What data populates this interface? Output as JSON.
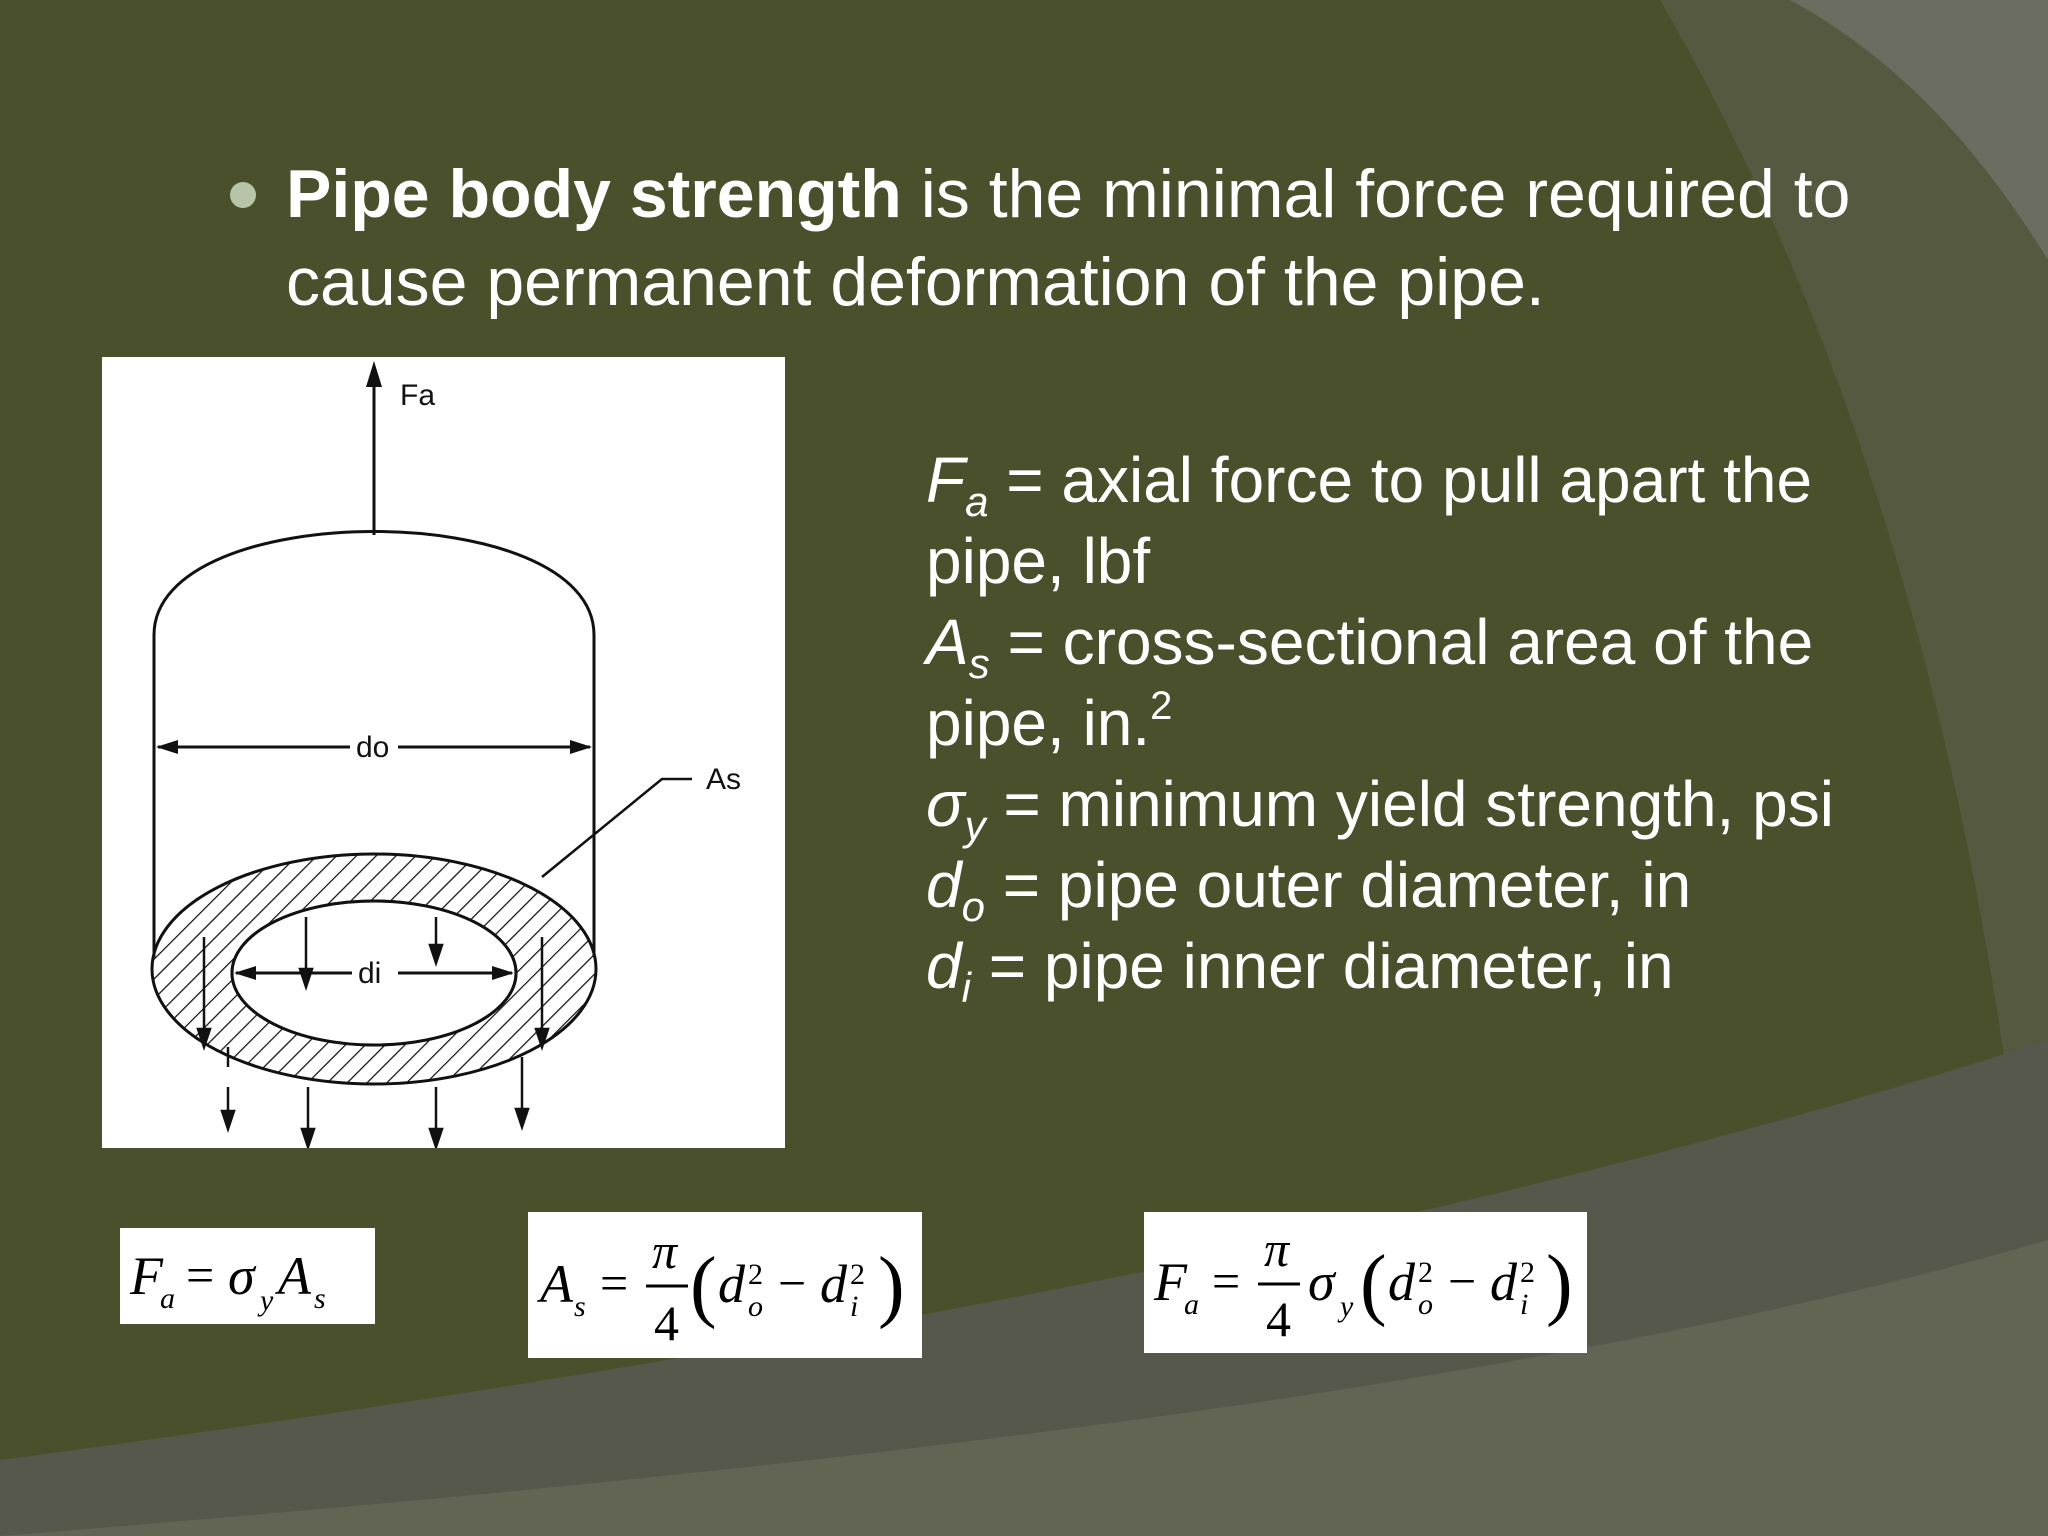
{
  "slide": {
    "bullet": {
      "bold_text": "Pipe body strength",
      "rest_text": " is the minimal force required to cause permanent deformation of the pipe."
    },
    "figure": {
      "label_force": "Fa",
      "label_outer": "do",
      "label_inner": "di",
      "label_area": "As"
    },
    "definitions": [
      {
        "symbol": "F",
        "sub": "a",
        "text": " = axial force to pull apart the",
        "continuation": "pipe, lbf"
      },
      {
        "symbol": "A",
        "sub": "s",
        "text": " = cross-sectional area of the",
        "continuation": "pipe, in.",
        "continuation_sup": "2"
      },
      {
        "symbol": "σ",
        "sub": "y",
        "text": " = minimum yield strength, psi"
      },
      {
        "symbol": "d",
        "sub": "o",
        "text": " = pipe outer diameter, in"
      },
      {
        "symbol": "d",
        "sub": "i",
        "text": " = pipe inner diameter, in"
      }
    ],
    "equations": {
      "eq1": "F_a = σ_y A_s",
      "eq2": "A_s = π/4 (d_o² − d_i²)",
      "eq3": "F_a = π/4 σ_y (d_o² − d_i²)"
    }
  },
  "colors": {
    "background": "#4a4f2c",
    "swoosh_light": "#5a5e4c",
    "swoosh_gray": "#6b6d60",
    "text": "#ffffff",
    "bullet": "#b8c4a8"
  }
}
